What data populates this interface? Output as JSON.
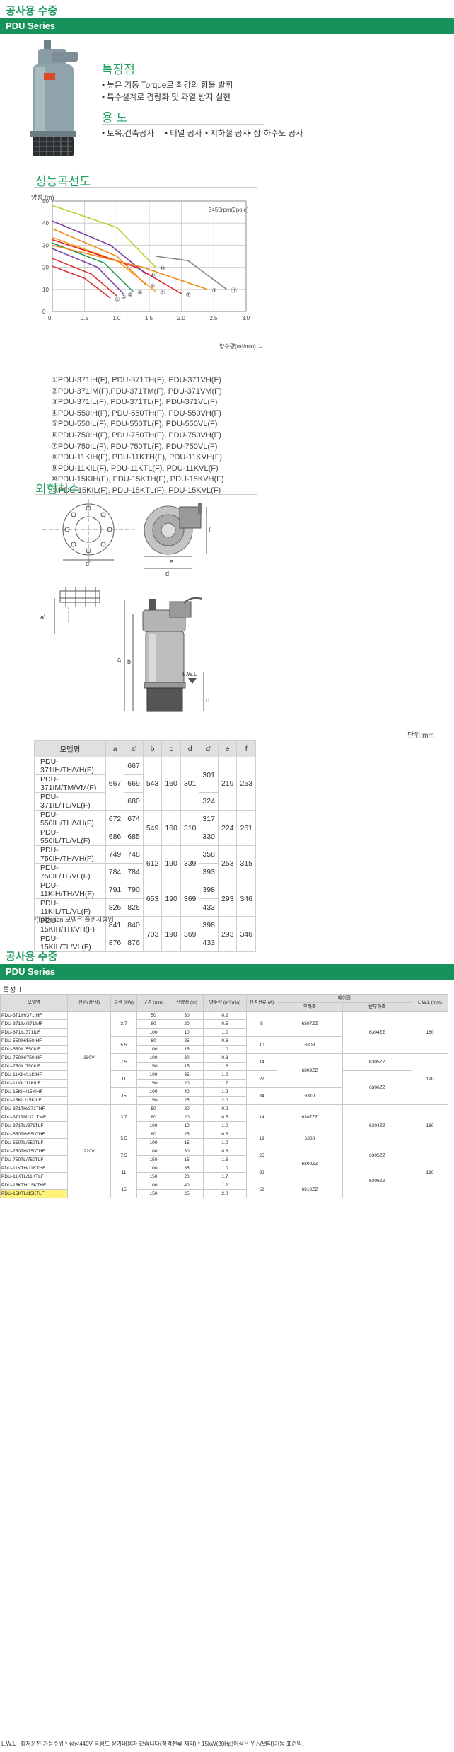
{
  "header1": {
    "brand": "공사용 수중",
    "series": "PDU Series"
  },
  "features": {
    "title": "특장점",
    "items": [
      "높은 기동 Torque로 최강의 힘을 발휘",
      "특수설계로 경량화 및 과열 방지 실현"
    ]
  },
  "usage": {
    "title": "용 도",
    "items": [
      "토목,건축공사",
      "터널 공사",
      "지하철 공사",
      "상·하수도 공사"
    ]
  },
  "perf": {
    "title": "성능곡선도",
    "rpm": "3450rpm(2pole)"
  },
  "chart_data": {
    "type": "line",
    "ylabel": "양정 (m)",
    "xlabel": "양수량(m³/min) →",
    "xlim": [
      0,
      3.0
    ],
    "ylim": [
      0,
      50
    ],
    "xticks": [
      "0",
      "0.5",
      "1.0",
      "1.5",
      "2.0",
      "2.5",
      "3.0"
    ],
    "yticks": [
      "0",
      "10",
      "20",
      "30",
      "40",
      "50"
    ],
    "grid": true,
    "series": [
      {
        "name": "①",
        "color": "#d9343a",
        "x": [
          0,
          0.5,
          0.9
        ],
        "y": [
          20.5,
          15,
          6
        ]
      },
      {
        "name": "②",
        "color": "#d9343a",
        "x": [
          0,
          0.6,
          1.0
        ],
        "y": [
          24,
          17,
          7
        ]
      },
      {
        "name": "③",
        "color": "#7c4aa6",
        "x": [
          0,
          0.7,
          1.1
        ],
        "y": [
          28.5,
          20,
          8
        ]
      },
      {
        "name": "④",
        "color": "#1f9a55",
        "x": [
          0,
          0.8,
          1.25
        ],
        "y": [
          31,
          22,
          9
        ]
      },
      {
        "name": "⑤",
        "color": "#f2a62c",
        "x": [
          0,
          1.0,
          1.6
        ],
        "y": [
          33.5,
          23,
          9
        ]
      },
      {
        "name": "⑥",
        "color": "#f08a1c",
        "x": [
          0,
          1.0,
          1.45
        ],
        "y": [
          37.5,
          25,
          12
        ]
      },
      {
        "name": "⑦",
        "color": "#e1202a",
        "x": [
          0,
          1.3,
          2.0
        ],
        "y": [
          32.5,
          20,
          8
        ]
      },
      {
        "name": "⑧",
        "color": "#7a3aa0",
        "x": [
          0,
          0.9,
          1.45
        ],
        "y": [
          41,
          30,
          17
        ]
      },
      {
        "name": "⑨",
        "color": "#f08a1c",
        "x": [
          0,
          1.4,
          2.4
        ],
        "y": [
          30,
          20,
          10
        ]
      },
      {
        "name": "⑩",
        "color": "#b8cf30",
        "x": [
          0,
          1.0,
          1.6
        ],
        "y": [
          48,
          38,
          20
        ]
      },
      {
        "name": "⑪",
        "color": "#888888",
        "x": [
          1.6,
          2.1,
          2.7
        ],
        "y": [
          25,
          23,
          10
        ]
      }
    ]
  },
  "legend": [
    "①PDU-371IH(F), PDU-371TH(F), PDU-371VH(F)",
    "②PDU-371IM(F),PDU-371TM(F), PDU-371VM(F)",
    "③PDU-371IL(F), PDU-371TL(F), PDU-371VL(F)",
    "④PDU-550IH(F), PDU-550TH(F), PDU-550VH(F)",
    "⑤PDU-550IL(F), PDU-550TL(F), PDU-550VL(F)",
    "⑥PDU-750IH(F), PDU-750TH(F), PDU-750VH(F)",
    "⑦PDU-750IL(F), PDU-750TL(F), PDU-750VL(F)",
    "⑧PDU-11KIH(F), PDU-11KTH(F), PDU-11KVH(F)",
    "⑨PDU-11KIL(F), PDU-11KTL(F), PDU-11KVL(F)",
    "⑩PDU-15KIH(F), PDU-15KTH(F), PDU-15KVH(F)",
    "⑪PDU-15KIL(F), PDU-15KTL(F), PDU-15KVL(F)"
  ],
  "dims": {
    "title": "외형치수",
    "labels": {
      "d_prime": "d'",
      "e": "e",
      "d": "d",
      "f_prime": "f'",
      "a_prime": "a'",
      "a": "a",
      "b": "b",
      "c": "c",
      "lwl": "L.W.L"
    }
  },
  "dim_table": {
    "unit": "단위:mm",
    "headers": [
      "모델명",
      "a",
      "a'",
      "b",
      "c",
      "d",
      "d'",
      "e",
      "f"
    ],
    "rows": [
      {
        "model": "PDU-371IH/TH/VH(F)",
        "a_p": "667"
      },
      {
        "model": "PDU-371IM/TM/VM(F)",
        "a": "667",
        "a_p": "669",
        "b": "543",
        "c": "160",
        "d": "301",
        "dp": "301",
        "e": "219",
        "f": "253"
      },
      {
        "model": "PDU-371IL/TL/VL(F)",
        "a_p": "680",
        "dp": "324"
      },
      {
        "model": "PDU-550IH/TH/VH(F)",
        "a": "672",
        "a_p": "674",
        "b": "549",
        "c": "160",
        "d": "310",
        "dp": "317",
        "e": "224",
        "f": "261"
      },
      {
        "model": "PDU-550IL/TL/VL(F)",
        "a": "686",
        "a_p": "685",
        "dp": "330"
      },
      {
        "model": "PDU-750IH/TH/VH(F)",
        "a": "749",
        "a_p": "748",
        "b": "612",
        "c": "190",
        "d": "339",
        "dp": "358",
        "e": "253",
        "f": "315"
      },
      {
        "model": "PDU-750IL/TL/VL(F)",
        "a": "784",
        "a_p": "784",
        "dp": "393"
      },
      {
        "model": "PDU-11KIH/TH/VH(F)",
        "a": "791",
        "a_p": "790",
        "b": "653",
        "c": "190",
        "d": "369",
        "dp": "398",
        "e": "293",
        "f": "346"
      },
      {
        "model": "PDU-11KIL/TL/VL(F)",
        "a": "826",
        "a_p": "826",
        "dp": "433"
      },
      {
        "model": "PDU-15KIH/TH/VH(F)",
        "a": "841",
        "a_p": "840",
        "b": "703",
        "c": "190",
        "d": "369",
        "dp": "398",
        "e": "293",
        "f": "346"
      },
      {
        "model": "PDU-15KIL/TL/VL(F)",
        "a": "876",
        "a_p": "876",
        "dp": "433"
      }
    ],
    "note": "*(F)Option 모델은 플랜지형임"
  },
  "header2": {
    "brand": "공사용 수중",
    "series": "PDU Series"
  },
  "spec": {
    "title": "특성표",
    "headers": {
      "model": "모델명",
      "power": "전원(상/상)",
      "output": "출력 (kW)",
      "bore": "구경 (mm)",
      "head": "전양정 (m)",
      "flow": "양수량 (m³/min)",
      "current": "전격전류 (A)",
      "bearing": "베어링",
      "bearing_load": "부하측",
      "bearing_anti": "반부하측",
      "lwl": "L.W.L (mm)"
    },
    "rows": [
      {
        "m": "PDU-371IH/371IHF",
        "kw": "3.7",
        "bore": "50",
        "head": "30",
        "flow": "0.2",
        "amp": "8",
        "b1": "6307ZZ",
        "b2": "6304ZZ",
        "lwl": "160",
        "v": "380V"
      },
      {
        "m": "PDU-371IM/371IMF",
        "bore": "80",
        "head": "20",
        "flow": "0.5"
      },
      {
        "m": "PDU-371IL/371ILF",
        "bore": "100",
        "head": "10",
        "flow": "1.0"
      },
      {
        "m": "PDU-550IH/550IHF",
        "kw": "5.5",
        "bore": "80",
        "head": "25",
        "flow": "0.6",
        "amp": "10",
        "b1": "6308"
      },
      {
        "m": "PDU-550IL/550ILF",
        "bore": "100",
        "head": "15",
        "flow": "1.0"
      },
      {
        "m": "PDU-750IH/750IHF",
        "kw": "7.5",
        "bore": "100",
        "head": "30",
        "flow": "0.8",
        "amp": "14",
        "b1": "6309ZZ",
        "b2": "6305ZZ",
        "lwl": "190"
      },
      {
        "m": "PDU-750IL/750ILF",
        "bore": "150",
        "head": "15",
        "flow": "1.6"
      },
      {
        "m": "PDU-11KIH/11KIHF",
        "kw": "11",
        "bore": "100",
        "head": "35",
        "flow": "1.0",
        "amp": "22",
        "b2": "6306ZZ"
      },
      {
        "m": "PDU-11KIL/11KILF",
        "bore": "150",
        "head": "20",
        "flow": "1.7"
      },
      {
        "m": "PDU-15KIH/15KIHF",
        "kw": "15",
        "bore": "100",
        "head": "40",
        "flow": "1.2",
        "amp": "34",
        "b1": "6310"
      },
      {
        "m": "PDU-15KIL/15KILF",
        "bore": "150",
        "head": "25",
        "flow": "2.0"
      },
      {
        "m": "PDU-371TH/371THF",
        "kw": "3.7",
        "bore": "50",
        "head": "30",
        "flow": "0.2",
        "amp": "14",
        "b1": "6307ZZ",
        "b2": "6304ZZ",
        "lwl": "160",
        "v": "220V"
      },
      {
        "m": "PDU-371TM/371TMF",
        "bore": "80",
        "head": "20",
        "flow": "0.5"
      },
      {
        "m": "PDU-371TL/371TLF",
        "bore": "100",
        "head": "10",
        "flow": "1.0"
      },
      {
        "m": "PDU-550TH/550THF",
        "kw": "5.5",
        "bore": "80",
        "head": "25",
        "flow": "0.6",
        "amp": "19",
        "b1": "6308"
      },
      {
        "m": "PDU-550TL/550TLF",
        "bore": "100",
        "head": "15",
        "flow": "1.0"
      },
      {
        "m": "PDU-750TH/750THF",
        "kw": "7.5",
        "bore": "100",
        "head": "30",
        "flow": "0.8",
        "amp": "25",
        "b1": "6309ZZ",
        "b2": "6305ZZ",
        "lwl": "190"
      },
      {
        "m": "PDU-750TL/750TLF",
        "bore": "150",
        "head": "15",
        "flow": "1.6"
      },
      {
        "m": "PDU-11KTH/11KTHF",
        "kw": "11",
        "bore": "100",
        "head": "35",
        "flow": "1.0",
        "amp": "38",
        "b2": "6306ZZ"
      },
      {
        "m": "PDU-11KTL/11KTLF",
        "bore": "150",
        "head": "20",
        "flow": "1.7"
      },
      {
        "m": "PDU-15KTH/15KTHF",
        "kw": "15",
        "bore": "100",
        "head": "40",
        "flow": "1.2",
        "amp": "52",
        "b1": "6310ZZ"
      },
      {
        "m": "PDU-15KTL/15KTLF",
        "bore": "150",
        "head": "25",
        "flow": "2.0"
      }
    ],
    "footnote": "L.W.L : 최저운전 가능수위  * 삼상440V 특성도 상기내용과 같습니다(정격전류 제외)  * 15kW(20Hp)이상은 Y-△(델타)기동 표준임."
  }
}
